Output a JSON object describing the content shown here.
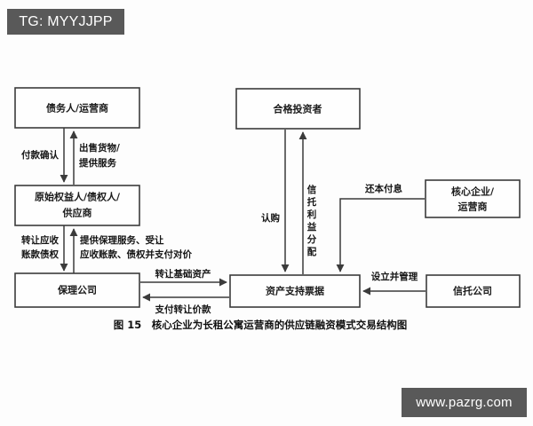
{
  "watermarks": {
    "telegram": "TG: MYYJJPP",
    "site": "www.pazrg.com"
  },
  "figure": {
    "caption_number": "图 15",
    "caption_title": "核心企业为长租公寓运营商的供应链融资模式交易结构图",
    "caption_full": "图 15　核心企业为长租公寓运营商的供应链融资模式交易结构图"
  },
  "nodes": {
    "debtor_operator": {
      "label": "债务人/运营商",
      "lines": [
        "债务人/运营商"
      ]
    },
    "originator": {
      "label": "原始权益人/债权人/供应商",
      "lines": [
        "原始权益人/债权人/",
        "供应商"
      ]
    },
    "factoring_company": {
      "label": "保理公司",
      "lines": [
        "保理公司"
      ]
    },
    "qualified_investor": {
      "label": "合格投资者",
      "lines": [
        "合格投资者"
      ]
    },
    "abn": {
      "label": "资产支持票据",
      "lines": [
        "资产支持票据"
      ]
    },
    "core_enterprise": {
      "label": "核心企业/运营商",
      "lines": [
        "核心企业/",
        "运营商"
      ]
    },
    "trust_company": {
      "label": "信托公司",
      "lines": [
        "信托公司"
      ]
    }
  },
  "edges": {
    "payment_confirmation": {
      "label": "付款确认",
      "lines": [
        "付款确认"
      ]
    },
    "sell_goods_services": {
      "label": "出售货物/提供服务",
      "lines": [
        "出售货物/",
        "提供服务"
      ]
    },
    "transfer_receivables": {
      "label": "转让应收账款债权",
      "lines": [
        "转让应收",
        "账款债权"
      ]
    },
    "factoring_service": {
      "label": "提供保理服务、受让应收账款、债权并支付对价",
      "lines": [
        "提供保理服务、受让",
        "应收账款、债权并支付对价"
      ]
    },
    "transfer_base_asset": {
      "label": "转让基础资产",
      "lines": [
        "转让基础资产"
      ]
    },
    "pay_transfer_price": {
      "label": "支付转让价款",
      "lines": [
        "支付转让价款"
      ]
    },
    "subscription": {
      "label": "认购",
      "lines": [
        "认购"
      ]
    },
    "trust_benefit_distribution": {
      "label": "信托利益分配",
      "lines": [
        "信",
        "托",
        "利",
        "益",
        "分",
        "配"
      ]
    },
    "repay_principal_interest": {
      "label": "还本付息",
      "lines": [
        "还本付息"
      ]
    },
    "establish_and_manage": {
      "label": "设立并管理",
      "lines": [
        "设立并管理"
      ]
    }
  },
  "colors": {
    "background": "#fdfdfd",
    "stroke": "#3b3b3b",
    "text": "#1a1a1a",
    "watermark_bg": "#595959",
    "watermark_text": "#ffffff"
  }
}
